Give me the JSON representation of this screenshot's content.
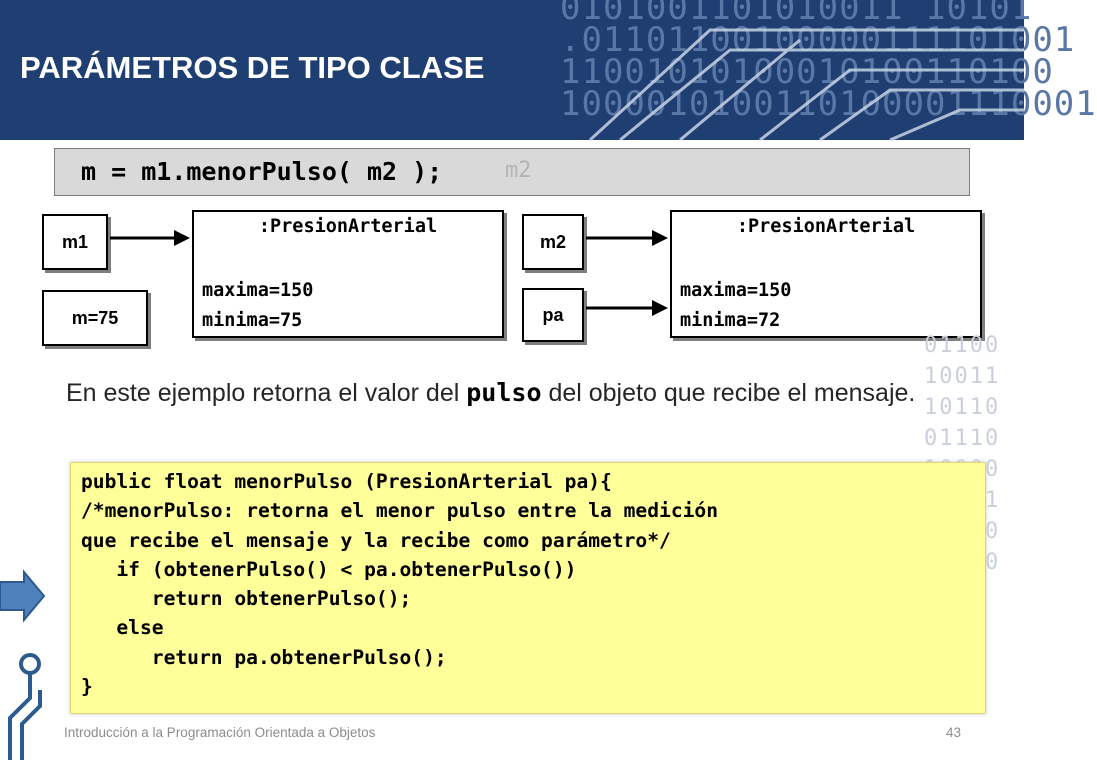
{
  "slide": {
    "title": "PARÁMETROS DE TIPO CLASE",
    "header_color": "#1f3f73",
    "binary_rows": [
      "0101001101010011 10101",
      ".01101100100000111101001",
      "11001010100010100110100",
      "1000010100110100001110001"
    ]
  },
  "method_call": {
    "code": "m = m1.menorPulso( m2 );",
    "ghost_text": "m2"
  },
  "diagram": {
    "left": {
      "ref_top": "m1",
      "ref_bottom": "m=75",
      "object": {
        "class_name": ":PresionArterial",
        "attr_1": "maxima=150",
        "attr_2": "minima=75"
      }
    },
    "right": {
      "ref_top": "m2",
      "ref_bottom": "pa",
      "object": {
        "class_name": ":PresionArterial",
        "attr_1": "maxima=150",
        "attr_2": "minima=72"
      }
    }
  },
  "paragraph": {
    "before": "En este ejemplo retorna el valor del ",
    "code_word": "pulso",
    "after": " del objeto que recibe el mensaje."
  },
  "side_binary": [
    "01100",
    "10011",
    "10110",
    "01110",
    "10000",
    "00011",
    "01110",
    "11010"
  ],
  "code_block": {
    "background": "#ffff99",
    "lines": [
      "public float menorPulso (PresionArterial pa){",
      "/*menorPulso: retorna el menor pulso entre la medición",
      "que recibe el mensaje y la recibe como parámetro*/",
      "   if (obtenerPulso() < pa.obtenerPulso())",
      "      return obtenerPulso();",
      "   else",
      "      return pa.obtenerPulso();",
      "}"
    ]
  },
  "footer": {
    "course": "Introducción a la Programación Orientada a Objetos",
    "page_number": "43"
  },
  "icons": {
    "nav": "right-arrow-icon",
    "circuit": "circuit-icon"
  }
}
